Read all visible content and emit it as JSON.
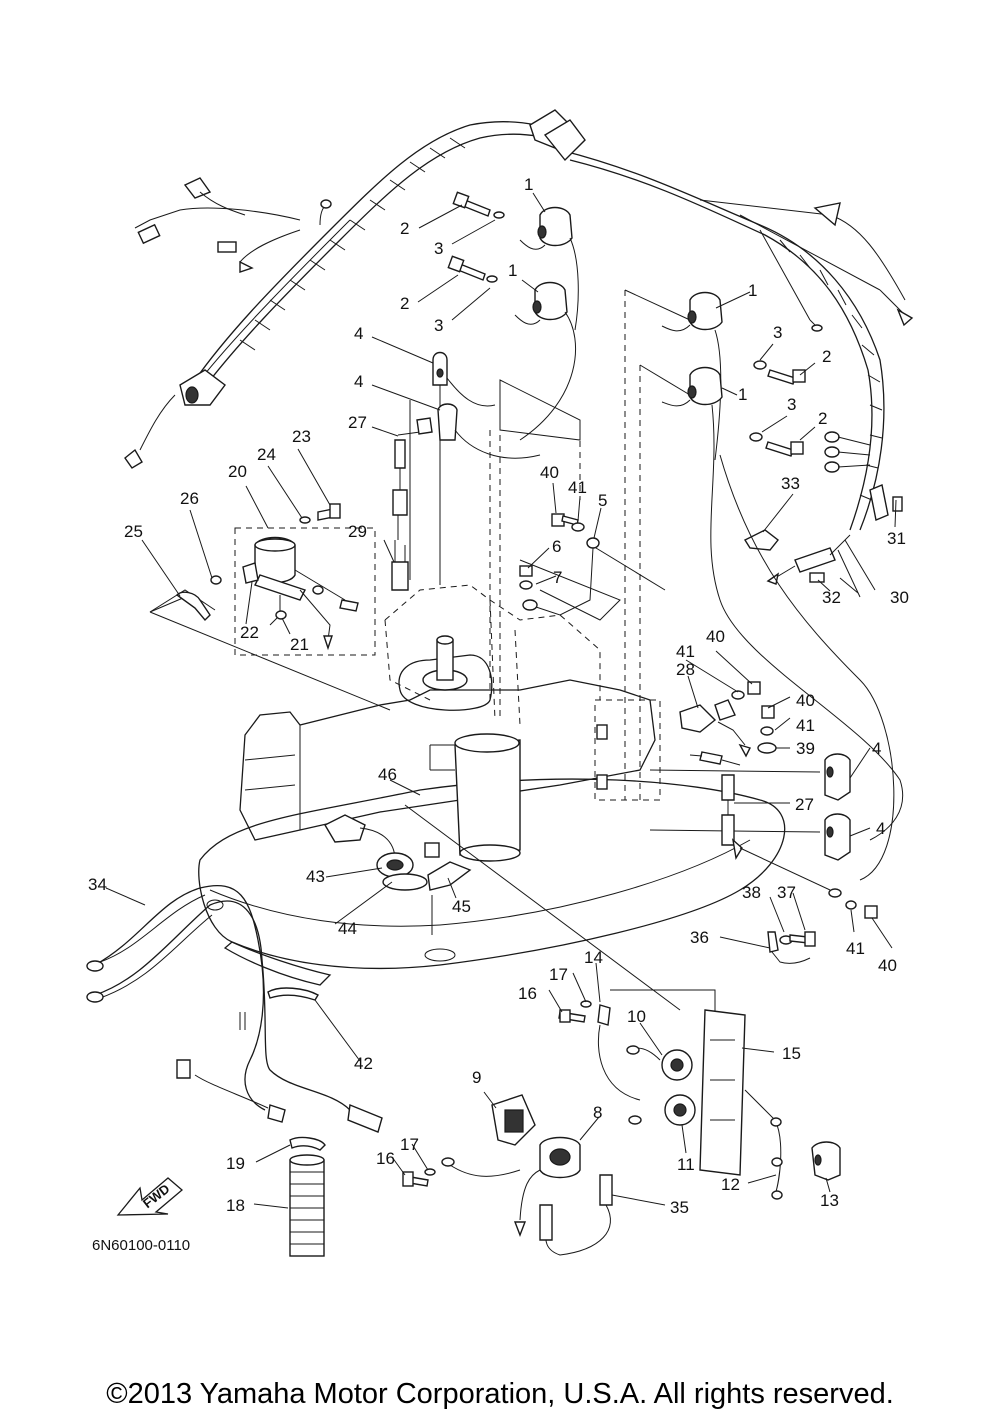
{
  "diagram": {
    "callouts": [
      {
        "id": "c1a",
        "label": "1"
      },
      {
        "id": "c1b",
        "label": "1"
      },
      {
        "id": "c1c",
        "label": "1"
      },
      {
        "id": "c1d",
        "label": "1"
      },
      {
        "id": "c2a",
        "label": "2"
      },
      {
        "id": "c2b",
        "label": "2"
      },
      {
        "id": "c2c",
        "label": "2"
      },
      {
        "id": "c2d",
        "label": "2"
      },
      {
        "id": "c3a",
        "label": "3"
      },
      {
        "id": "c3b",
        "label": "3"
      },
      {
        "id": "c3c",
        "label": "3"
      },
      {
        "id": "c3d",
        "label": "3"
      },
      {
        "id": "c4a",
        "label": "4"
      },
      {
        "id": "c4b",
        "label": "4"
      },
      {
        "id": "c4c",
        "label": "4"
      },
      {
        "id": "c4d",
        "label": "4"
      },
      {
        "id": "c5",
        "label": "5"
      },
      {
        "id": "c6",
        "label": "6"
      },
      {
        "id": "c7",
        "label": "7"
      },
      {
        "id": "c8",
        "label": "8"
      },
      {
        "id": "c9",
        "label": "9"
      },
      {
        "id": "c10",
        "label": "10"
      },
      {
        "id": "c11",
        "label": "11"
      },
      {
        "id": "c12",
        "label": "12"
      },
      {
        "id": "c13",
        "label": "13"
      },
      {
        "id": "c14",
        "label": "14"
      },
      {
        "id": "c15",
        "label": "15"
      },
      {
        "id": "c16a",
        "label": "16"
      },
      {
        "id": "c16b",
        "label": "16"
      },
      {
        "id": "c17a",
        "label": "17"
      },
      {
        "id": "c17b",
        "label": "17"
      },
      {
        "id": "c18",
        "label": "18"
      },
      {
        "id": "c19",
        "label": "19"
      },
      {
        "id": "c20",
        "label": "20"
      },
      {
        "id": "c21",
        "label": "21"
      },
      {
        "id": "c22",
        "label": "22"
      },
      {
        "id": "c23",
        "label": "23"
      },
      {
        "id": "c24",
        "label": "24"
      },
      {
        "id": "c25",
        "label": "25"
      },
      {
        "id": "c26",
        "label": "26"
      },
      {
        "id": "c27a",
        "label": "27"
      },
      {
        "id": "c27b",
        "label": "27"
      },
      {
        "id": "c28",
        "label": "28"
      },
      {
        "id": "c29",
        "label": "29"
      },
      {
        "id": "c30",
        "label": "30"
      },
      {
        "id": "c31",
        "label": "31"
      },
      {
        "id": "c32",
        "label": "32"
      },
      {
        "id": "c33",
        "label": "33"
      },
      {
        "id": "c34",
        "label": "34"
      },
      {
        "id": "c35",
        "label": "35"
      },
      {
        "id": "c36",
        "label": "36"
      },
      {
        "id": "c37",
        "label": "37"
      },
      {
        "id": "c38",
        "label": "38"
      },
      {
        "id": "c39",
        "label": "39"
      },
      {
        "id": "c40a",
        "label": "40"
      },
      {
        "id": "c40b",
        "label": "40"
      },
      {
        "id": "c40c",
        "label": "40"
      },
      {
        "id": "c40d",
        "label": "40"
      },
      {
        "id": "c41a",
        "label": "41"
      },
      {
        "id": "c41b",
        "label": "41"
      },
      {
        "id": "c41c",
        "label": "41"
      },
      {
        "id": "c41d",
        "label": "41"
      },
      {
        "id": "c42",
        "label": "42"
      },
      {
        "id": "c43",
        "label": "43"
      },
      {
        "id": "c44",
        "label": "44"
      },
      {
        "id": "c45",
        "label": "45"
      },
      {
        "id": "c46",
        "label": "46"
      }
    ],
    "fwd_label": "FWD",
    "drawing_number": "6N60100-0110"
  },
  "footer": {
    "copyright": "©2013 Yamaha Motor Corporation, U.S.A. All rights reserved."
  },
  "colors": {
    "line": "#1a1a1a",
    "background": "#ffffff"
  }
}
